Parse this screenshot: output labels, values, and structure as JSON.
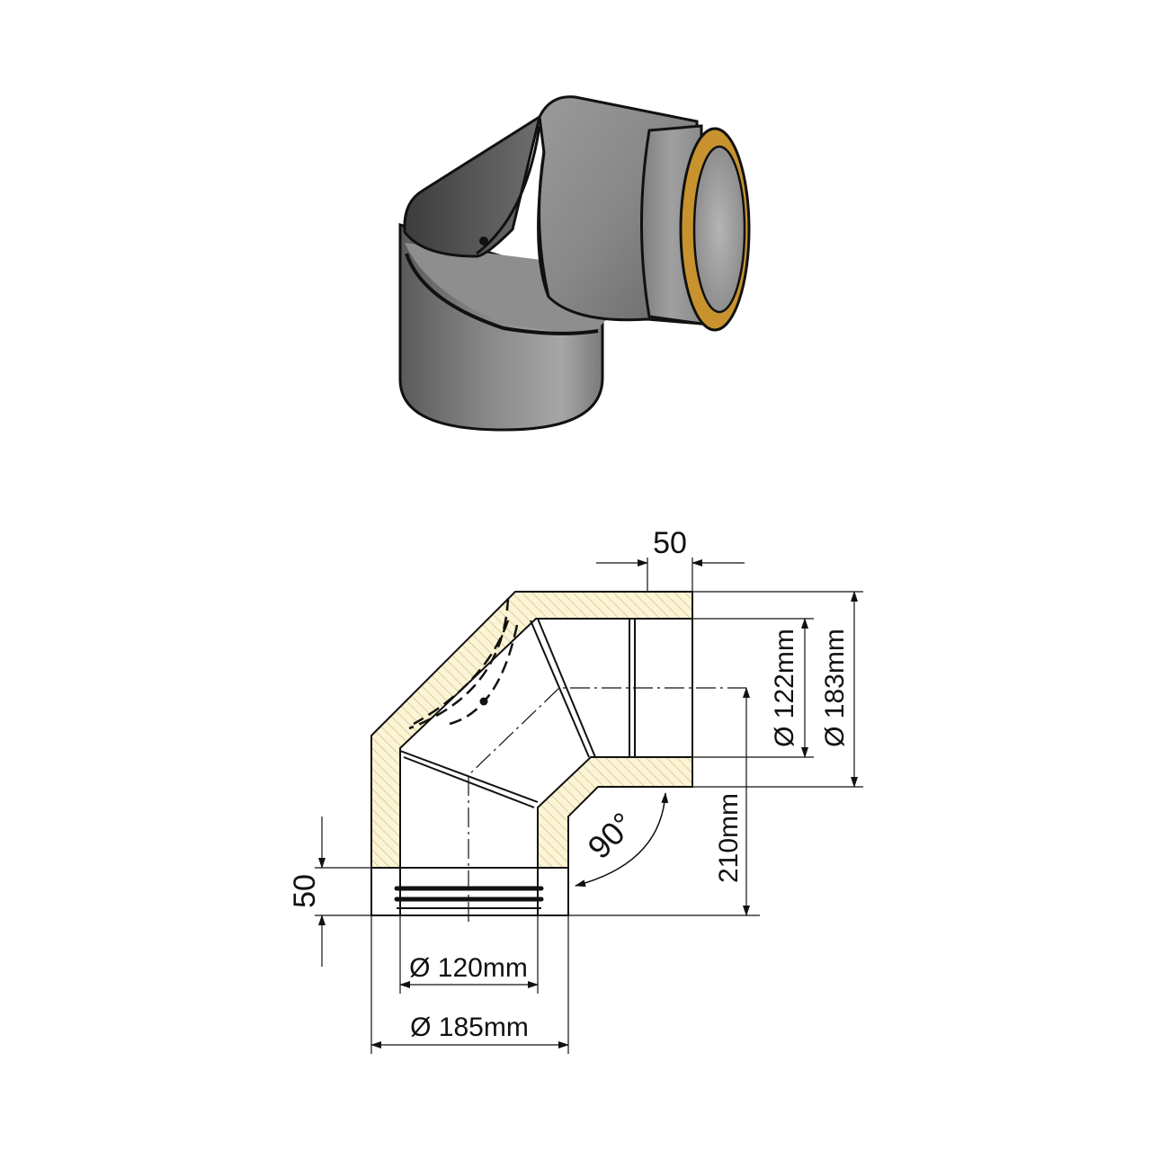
{
  "dimensions": {
    "top_offset": "50",
    "bottom_offset": "50",
    "inner_diameter_outlet": "Ø 122mm",
    "outer_diameter_outlet": "Ø 183mm",
    "height": "210mm",
    "inner_diameter_inlet": "Ø 120mm",
    "outer_diameter_inlet": "Ø 185mm",
    "angle": "90°"
  },
  "colors": {
    "pipe_body": "#7a7a7a",
    "pipe_dark": "#4a4a4a",
    "pipe_light": "#a8a8a8",
    "insulation": "#c8932e",
    "section_fill": "#fbf4d6",
    "section_hatch": "#d8c58a",
    "outline": "#111111"
  }
}
